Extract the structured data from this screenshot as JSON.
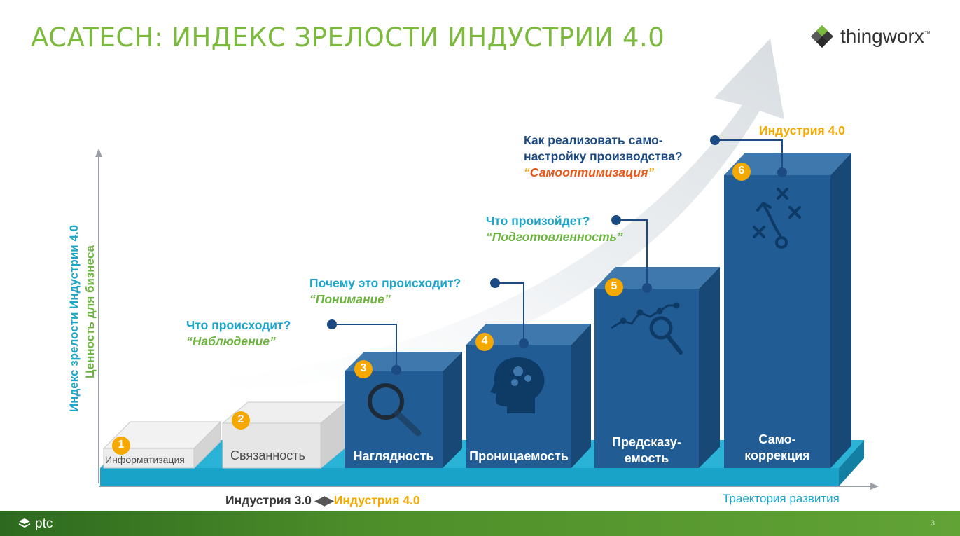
{
  "title": "ACATECH: ИНДЕКС ЗРЕЛОСТИ ИНДУСТРИИ 4.0",
  "brand": {
    "name": "thingworx",
    "mark": "™"
  },
  "axis": {
    "y_label_1": "Индекс зрелости Индустрии 4.0",
    "y_label_2": "Ценность для бизнеса",
    "x_left": "Индустрия 3.0",
    "x_right": "Индустрия 4.0",
    "trajectory": "Траектория развития"
  },
  "stages": [
    {
      "num": "1",
      "label": "Информатизация"
    },
    {
      "num": "2",
      "label": "Связанность"
    },
    {
      "num": "3",
      "label": "Наглядность",
      "question": "Что происходит?",
      "answer": "“Наблюдение”"
    },
    {
      "num": "4",
      "label": "Проницаемость",
      "question": "Почему это происходит?",
      "answer": "“Понимание”"
    },
    {
      "num": "5",
      "label_line1": "Предсказу-",
      "label_line2": "емость",
      "question": "Что произойдет?",
      "answer": "“Подготовленность”"
    },
    {
      "num": "6",
      "label_line1": "Само-",
      "label_line2": "коррекция",
      "question_line1": "Как реализовать само-",
      "question_line2": "настройку производства?",
      "answer_open": "“",
      "answer": "Самооптимизация",
      "answer_close": "”"
    }
  ],
  "top_label": "Индустрия 4.0",
  "footer": {
    "logo": "ptc",
    "page": "3"
  },
  "colors": {
    "title": "#7cba3d",
    "bar": "#215d94",
    "base": "#1aa6cb",
    "badge": "#f5a800",
    "question_cyan": "#1aa6cb",
    "question_navy": "#1c4a82"
  }
}
